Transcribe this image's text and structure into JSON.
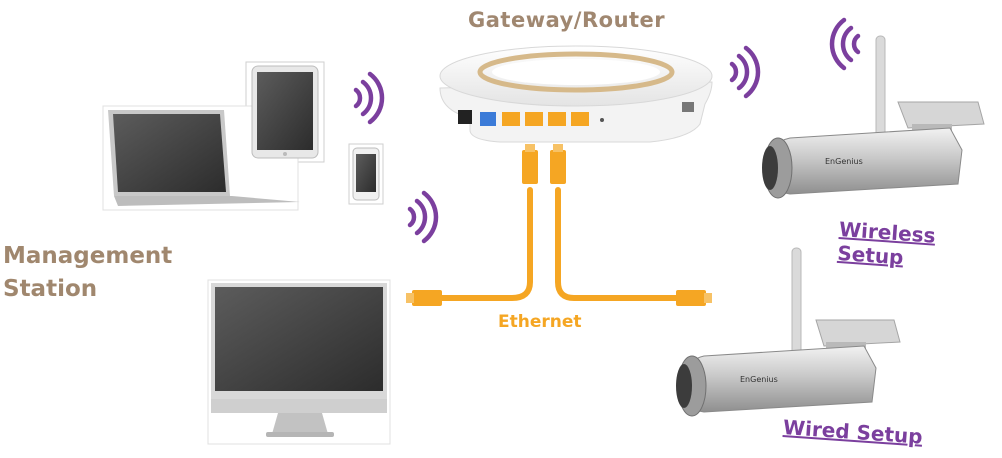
{
  "title": "Gateway/Router",
  "management_station": [
    "Management",
    "Station"
  ],
  "cable_label": "Ethernet",
  "wireless_setup": "Wireless Setup",
  "wired_setup": "Wired Setup",
  "brand_label": "EnGenius",
  "colors": {
    "title": "#a08770",
    "management": "#a0876e",
    "ethernet": "#f5a623",
    "link": "#7b3f9e",
    "wifi": "#7b3f9e"
  },
  "icons": [
    "laptop-icon",
    "tablet-icon",
    "phone-icon",
    "monitor-icon",
    "router-icon",
    "camera-icon",
    "wifi-icon",
    "ethernet-plug-icon"
  ]
}
